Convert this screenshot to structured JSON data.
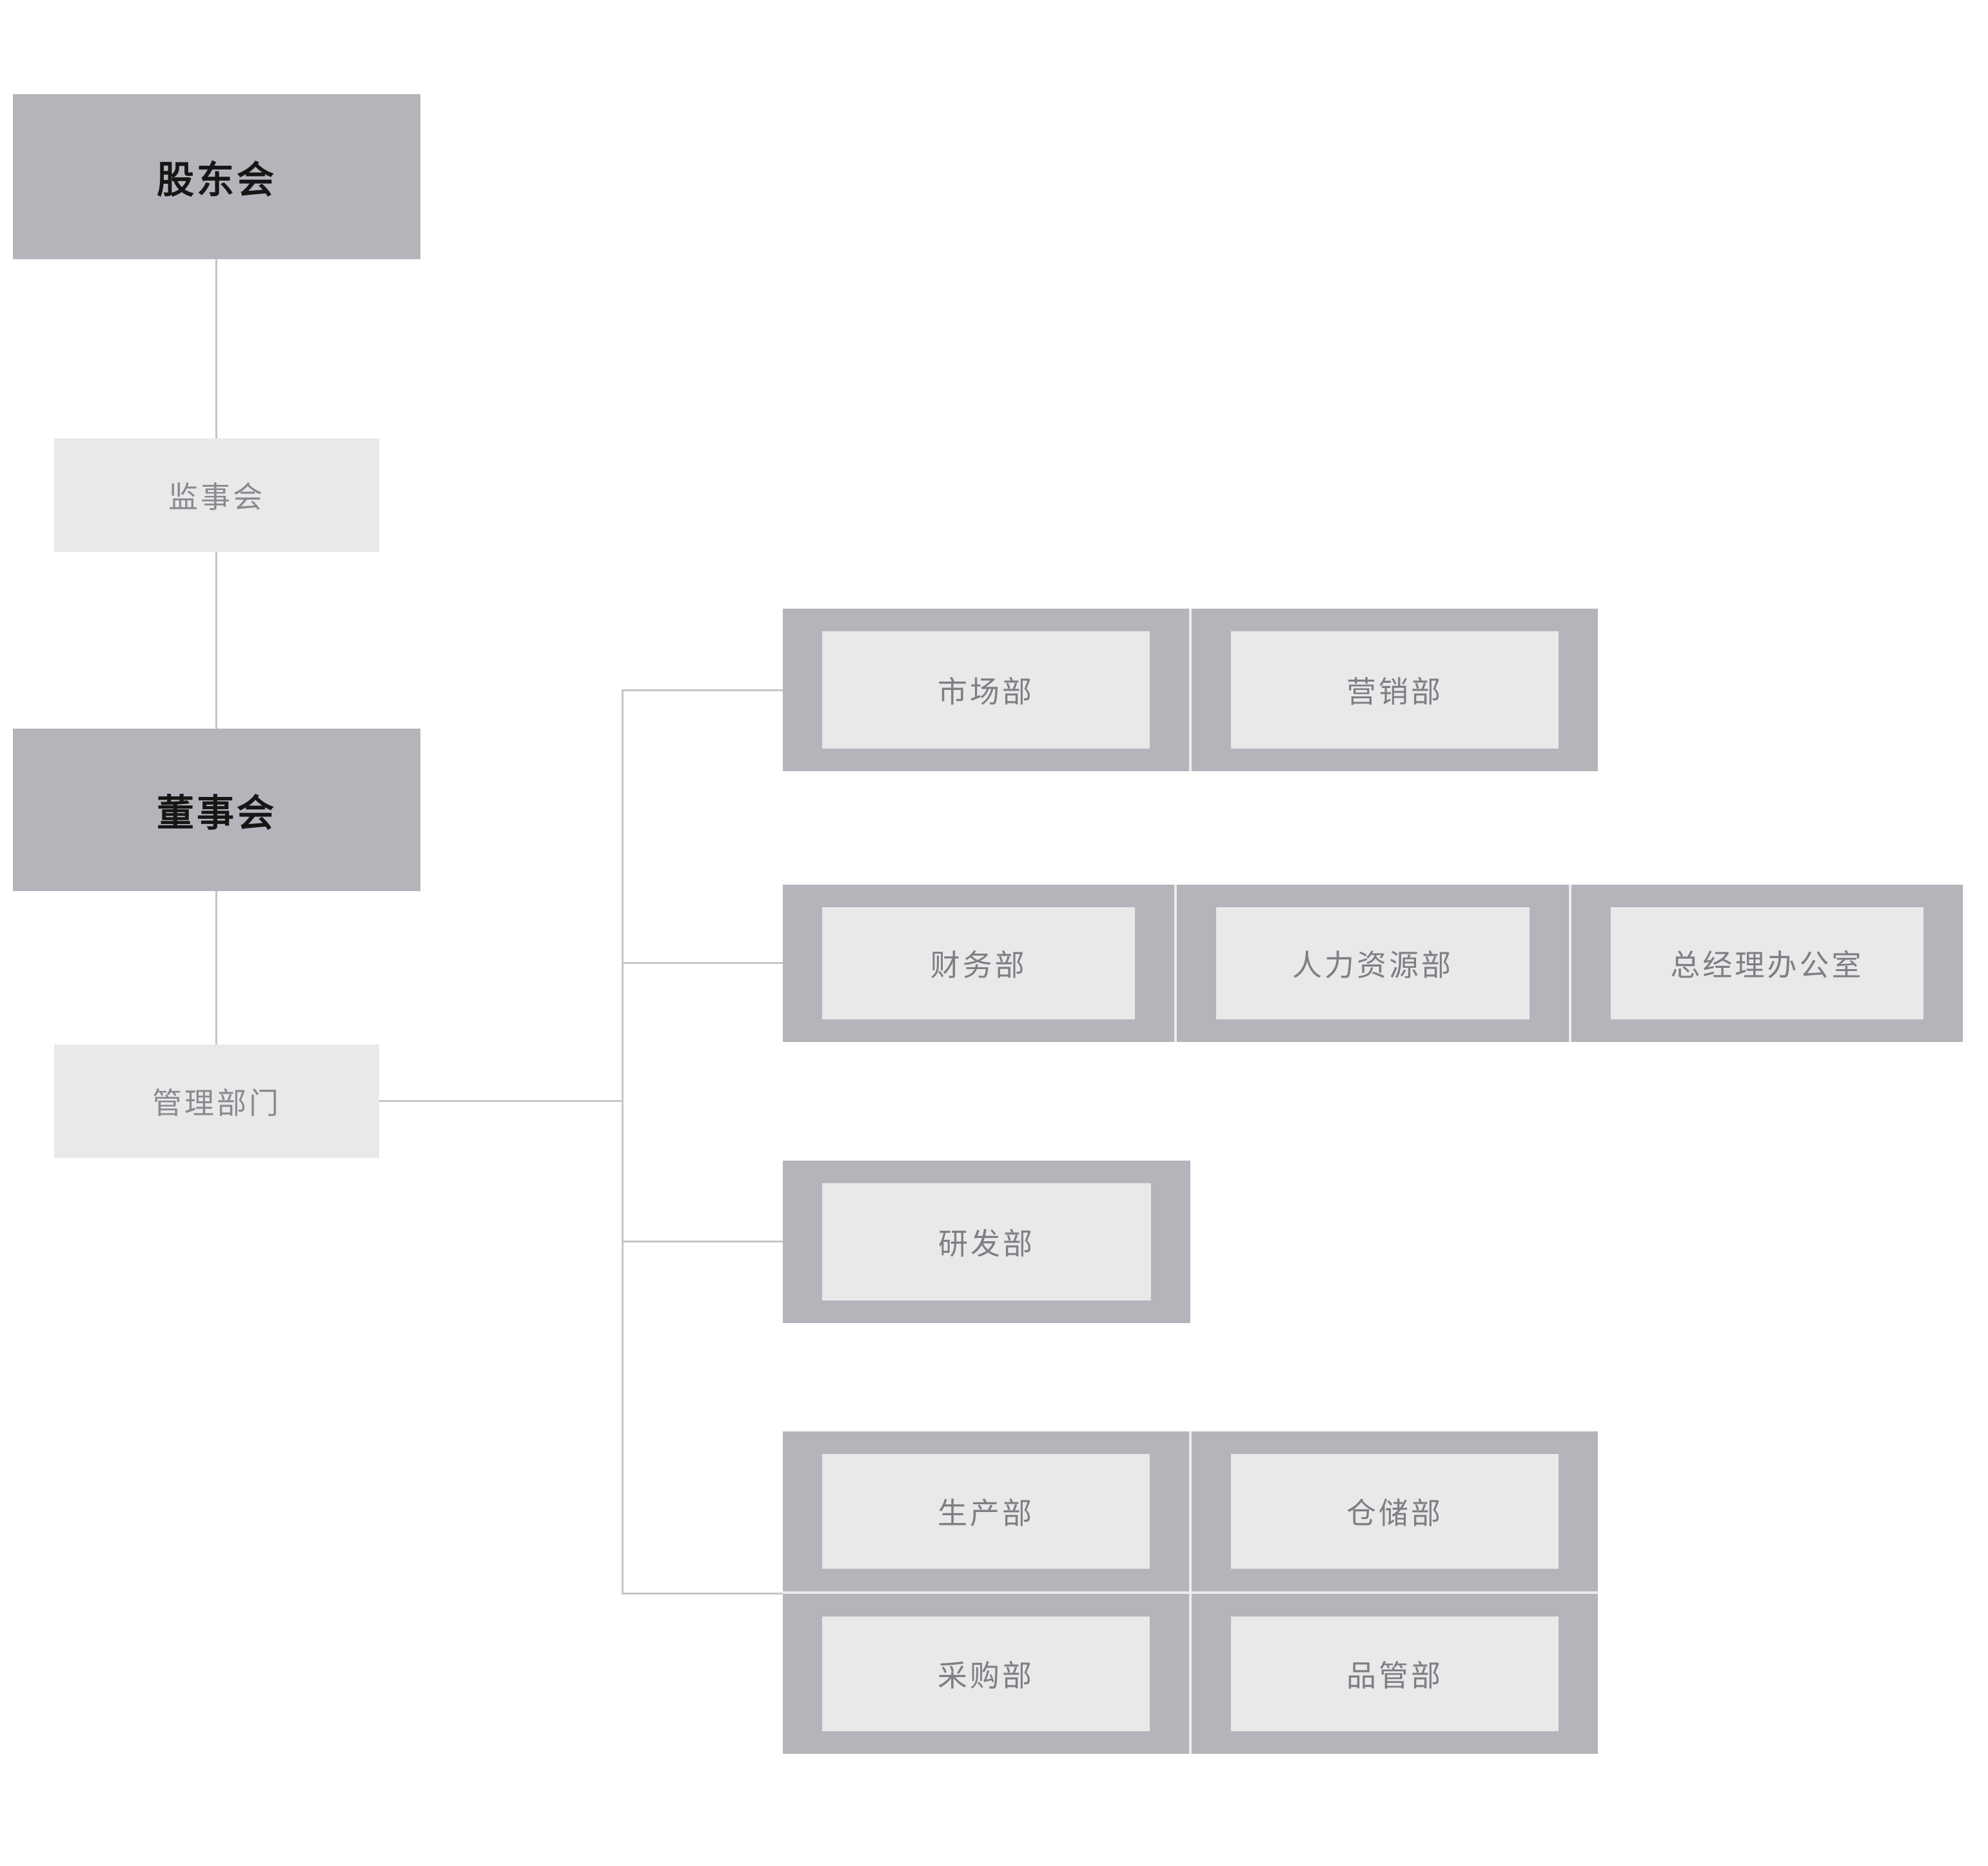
{
  "org_chart": {
    "nodes": {
      "shareholders": "股东会",
      "supervisory_board": "监事会",
      "board_of_directors": "董事会",
      "management_dept": "管理部门"
    },
    "groups": [
      {
        "name": "marketing-group",
        "items": [
          "市场部",
          "营销部"
        ]
      },
      {
        "name": "admin-group",
        "items": [
          "财务部",
          "人力资源部",
          "总经理办公室"
        ]
      },
      {
        "name": "rnd-group",
        "items": [
          "研发部"
        ]
      },
      {
        "name": "operations-group",
        "items": [
          "生产部",
          "仓储部",
          "采购部",
          "品管部"
        ]
      }
    ],
    "colors": {
      "dark_box": "#b4b4ba",
      "light_box": "#e9e9ea",
      "dark_text": "#161616",
      "gray_text": "#8a8a90",
      "connector_line": "#c6c6ca",
      "background": "#ffffff"
    }
  }
}
